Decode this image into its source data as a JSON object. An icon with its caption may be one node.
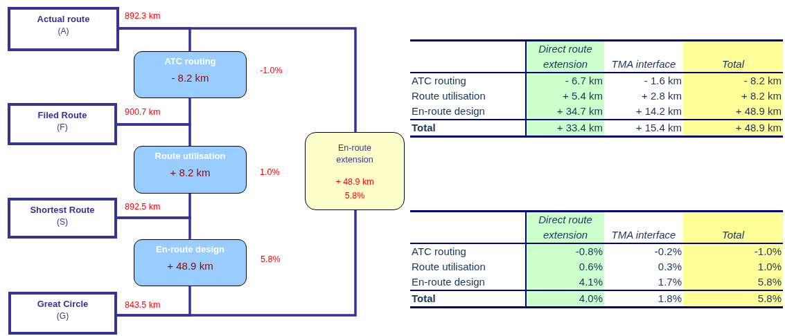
{
  "diagram": {
    "nodes": [
      {
        "text": [
          "Actual route",
          "(A)"
        ],
        "beside": [
          "892.3 km"
        ]
      },
      {
        "text": [
          "ATC routing",
          "- 8.2 km"
        ],
        "beside": [
          "-1.0%"
        ]
      },
      {
        "text": [
          "Filed Route",
          "(F)"
        ],
        "beside": [
          "900.7 km"
        ]
      },
      {
        "text": [
          "Route utilisation",
          "+ 8.2 km"
        ],
        "beside": [
          "1.0%"
        ]
      },
      {
        "text": [
          "Shortest Route",
          "(S)"
        ],
        "beside": [
          "892.5 km"
        ]
      },
      {
        "text": [
          "En-route design",
          "+ 48.9 km"
        ],
        "beside": [
          "5.8%"
        ]
      },
      {
        "text": [
          "Great Circle",
          "(G)"
        ],
        "beside": [
          "843.5 km"
        ]
      },
      {
        "text": [
          "En-route extension",
          "+ 48.9 km",
          "5.8%"
        ]
      }
    ],
    "edges": [
      {
        "from": 0,
        "to": 1,
        "arrow": "none"
      },
      {
        "from": 1,
        "to": 2,
        "arrow": "none"
      },
      {
        "from": 2,
        "to": 3,
        "arrow": "none"
      },
      {
        "from": 3,
        "to": 4,
        "arrow": "none"
      },
      {
        "from": 4,
        "to": 5,
        "arrow": "none"
      },
      {
        "from": 5,
        "to": 6,
        "arrow": "none"
      },
      {
        "from": 0,
        "to": 7,
        "arrow": "none"
      },
      {
        "from": 6,
        "to": 7,
        "arrow": "none"
      }
    ],
    "labels": [
      "Direct route extension",
      "TMA interface",
      "Total",
      "ATC routing",
      "- 6.7 km",
      "- 1.6 km",
      "- 8.2 km",
      "Route utilisation",
      "+ 5.4 km",
      "+ 2.8 km",
      "+ 8.2 km",
      "En-route design",
      "+ 34.7 km",
      "+ 14.2 km",
      "+ 48.9 km",
      "Total",
      "+ 33.4 km",
      "+ 15.4 km",
      "+ 48.9 km",
      "Direct route extension",
      "TMA interface",
      "Total",
      "ATC routing",
      "-0.8%",
      "-0.2%",
      "-1.0%",
      "Route utilisation",
      "0.6%",
      "0.3%",
      "1.0%",
      "En-route design",
      "4.1%",
      "1.7%",
      "5.8%",
      "Total",
      "4.0%",
      "1.8%",
      "5.8%"
    ]
  }
}
